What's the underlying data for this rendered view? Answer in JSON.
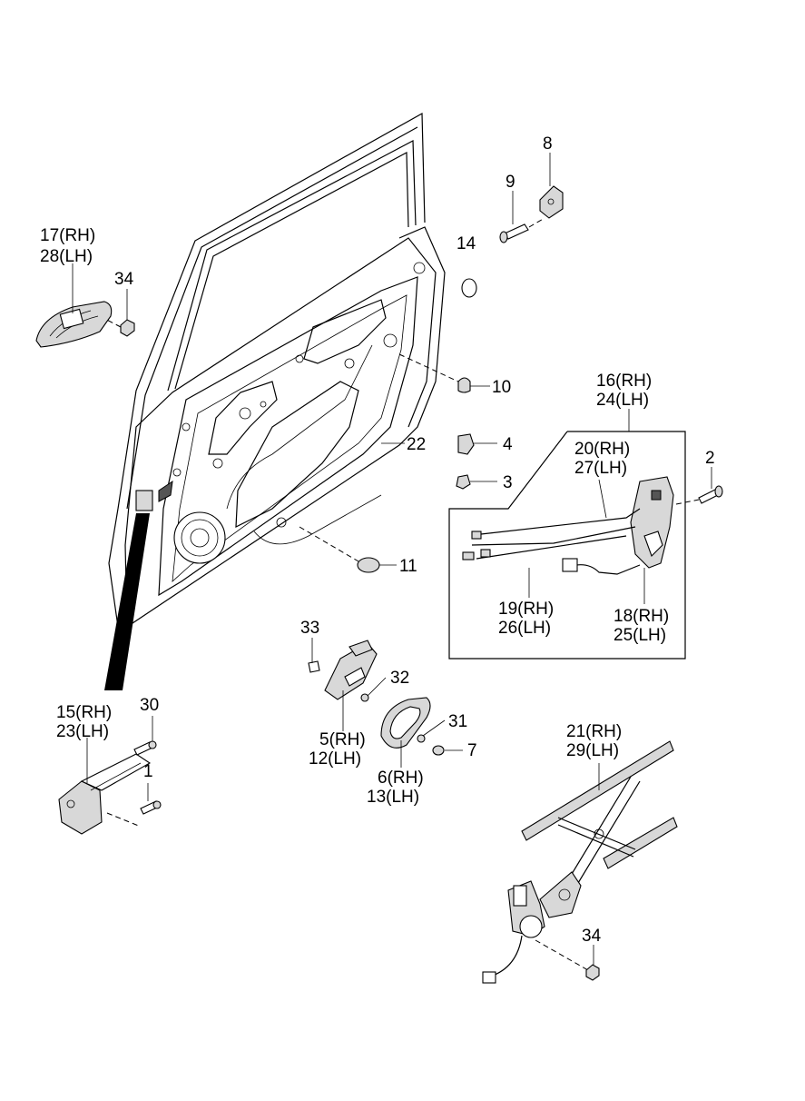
{
  "callouts": {
    "c8": "8",
    "c9": "9",
    "c14": "14",
    "c17_28": [
      "17(RH)",
      "28(LH)"
    ],
    "c34_top": "34",
    "c10": "10",
    "c16_24": [
      "16(RH)",
      "24(LH)"
    ],
    "c22": "22",
    "c4": "4",
    "c3": "3",
    "c20_27": [
      "20(RH)",
      "27(LH)"
    ],
    "c2": "2",
    "c11": "11",
    "c19_26": [
      "19(RH)",
      "26(LH)"
    ],
    "c18_25": [
      "18(RH)",
      "25(LH)"
    ],
    "c33": "33",
    "c32": "32",
    "c15_23": [
      "15(RH)",
      "23(LH)"
    ],
    "c30": "30",
    "c31": "31",
    "c7": "7",
    "c5_12": [
      "5(RH)",
      "12(LH)"
    ],
    "c1": "1",
    "c6_13": [
      "6(RH)",
      "13(LH)"
    ],
    "c21_29": [
      "21(RH)",
      "29(LH)"
    ],
    "c34_bottom": "34"
  }
}
